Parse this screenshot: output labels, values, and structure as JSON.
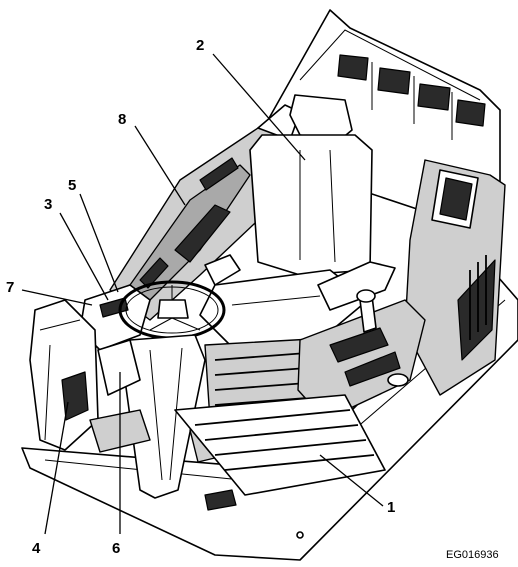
{
  "figure": {
    "code": "EG016936"
  },
  "callouts": [
    {
      "id": "1",
      "label": "1"
    },
    {
      "id": "2",
      "label": "2"
    },
    {
      "id": "3",
      "label": "3"
    },
    {
      "id": "4",
      "label": "4"
    },
    {
      "id": "5",
      "label": "5"
    },
    {
      "id": "6",
      "label": "6"
    },
    {
      "id": "7",
      "label": "7"
    },
    {
      "id": "8",
      "label": "8"
    }
  ]
}
